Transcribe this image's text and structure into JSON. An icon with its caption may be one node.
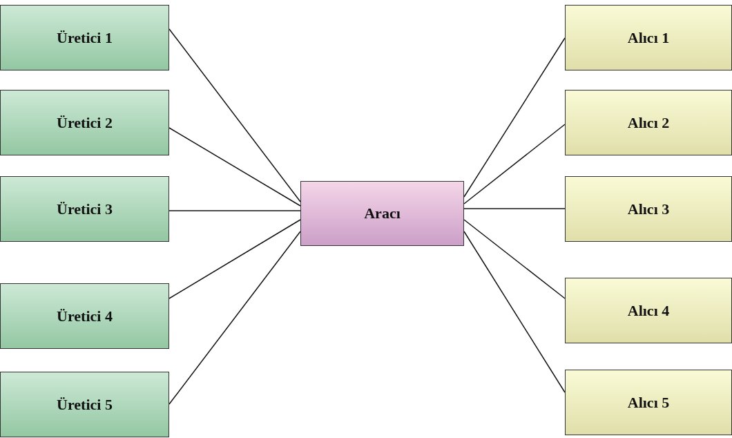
{
  "diagram": {
    "nodes": [
      {
        "text": [
          "Üretici 1"
        ]
      },
      {
        "text": [
          "Üretici 2"
        ]
      },
      {
        "text": [
          "Üretici 3"
        ]
      },
      {
        "text": [
          "Üretici 4"
        ]
      },
      {
        "text": [
          "Üretici 5"
        ]
      },
      {
        "text": [
          "Aracı"
        ]
      },
      {
        "text": [
          "Alıcı 1"
        ]
      },
      {
        "text": [
          "Alıcı 2"
        ]
      },
      {
        "text": [
          "Alıcı 3"
        ]
      },
      {
        "text": [
          "Alıcı 4"
        ]
      },
      {
        "text": [
          "Alıcı 5"
        ]
      }
    ],
    "edges": [
      {
        "from": 0,
        "to": 5,
        "arrow": "none"
      },
      {
        "from": 1,
        "to": 5,
        "arrow": "none"
      },
      {
        "from": 2,
        "to": 5,
        "arrow": "none"
      },
      {
        "from": 3,
        "to": 5,
        "arrow": "none"
      },
      {
        "from": 4,
        "to": 5,
        "arrow": "none"
      },
      {
        "from": 5,
        "to": 6,
        "arrow": "none"
      },
      {
        "from": 5,
        "to": 7,
        "arrow": "none"
      },
      {
        "from": 5,
        "to": 8,
        "arrow": "none"
      },
      {
        "from": 5,
        "to": 9,
        "arrow": "none"
      },
      {
        "from": 5,
        "to": 10,
        "arrow": "none"
      }
    ]
  }
}
